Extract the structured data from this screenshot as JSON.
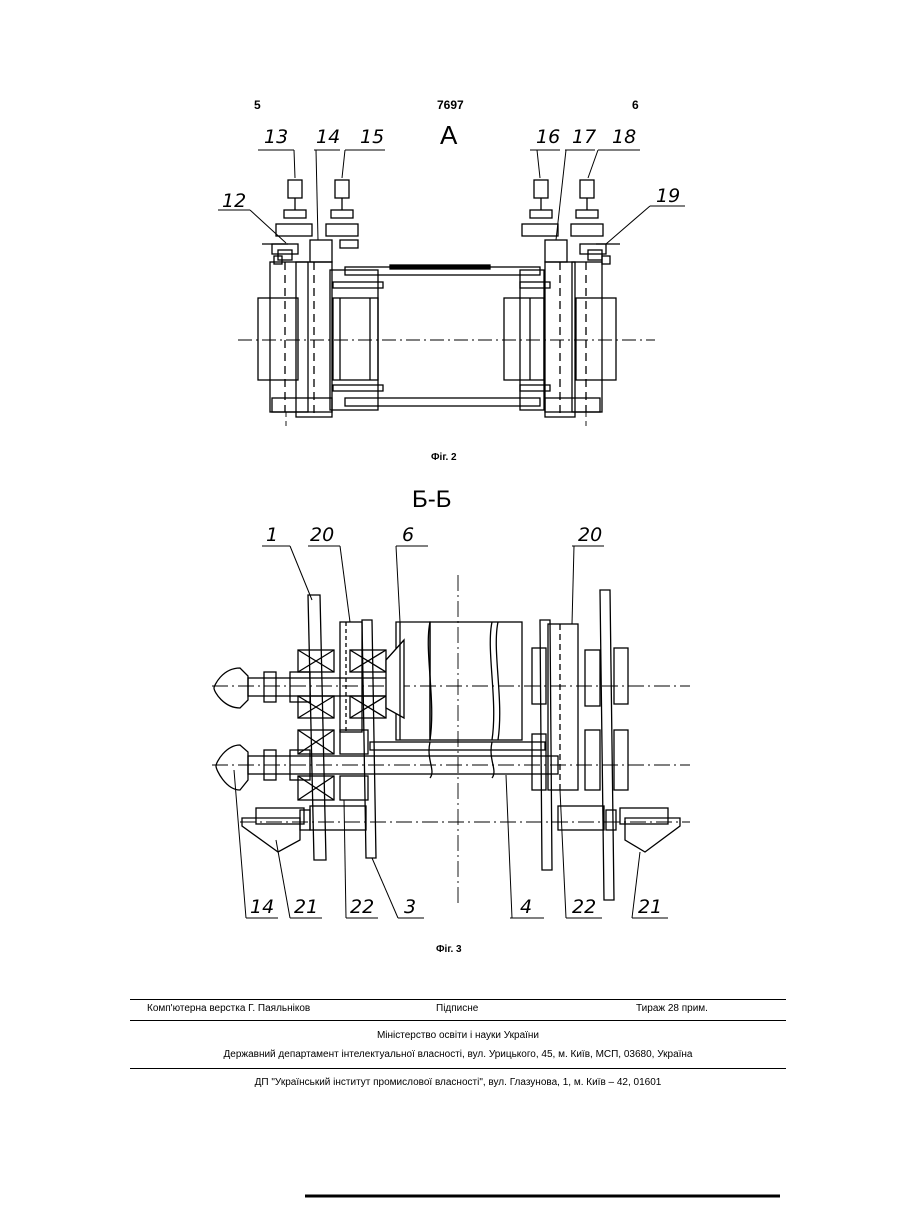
{
  "page_header": {
    "left_page": "5",
    "patent_number": "7697",
    "right_page": "6"
  },
  "figure2": {
    "view_label": "А",
    "callouts": {
      "c12": "12",
      "c13": "13",
      "c14": "14",
      "c15": "15",
      "c16": "16",
      "c17": "17",
      "c18": "18",
      "c19": "19"
    },
    "caption": "Фіг. 2"
  },
  "figure3": {
    "section_label": "Б-Б",
    "callouts_top": {
      "c1": "1",
      "c20a": "20",
      "c6": "6",
      "c20b": "20"
    },
    "callouts_bottom": {
      "c14": "14",
      "c21a": "21",
      "c22a": "22",
      "c3": "3",
      "c4": "4",
      "c22b": "22",
      "c21b": "21"
    },
    "caption": "Фіг. 3"
  },
  "imprint": {
    "layout_credit": "Комп'ютерна верстка Г. Паяльніков",
    "signed": "Підписне",
    "circulation": "Тираж 28 прим.",
    "ministry": "Міністерство освіти і науки України",
    "department": "Державний департамент інтелектуальної власності, вул. Урицького, 45, м. Київ, МСП, 03680, Україна",
    "publisher": "ДП \"Український інститут промислової власності\", вул. Глазунова, 1, м. Київ – 42, 01601"
  }
}
